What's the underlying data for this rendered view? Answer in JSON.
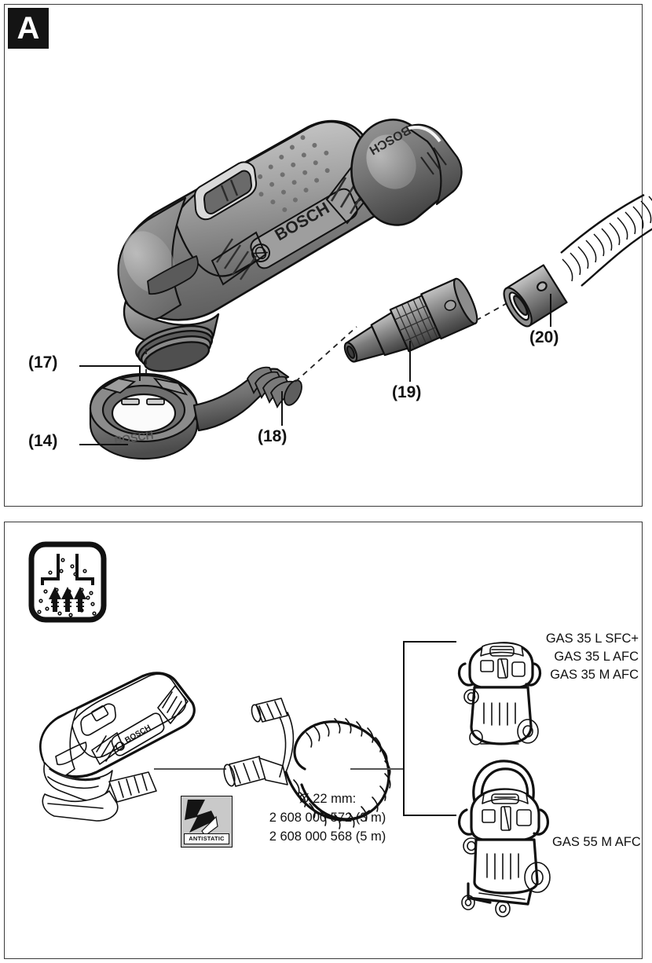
{
  "figure": {
    "panels": [
      {
        "id": "panel-a",
        "tag": "A",
        "description": "Exploded view of cordless multi-tool with dust extraction adapter assembly",
        "callouts": [
          {
            "id": "17",
            "label": "(17)"
          },
          {
            "id": "14",
            "label": "(14)"
          },
          {
            "id": "18",
            "label": "(18)"
          },
          {
            "id": "19",
            "label": "(19)"
          },
          {
            "id": "20",
            "label": "(20)"
          }
        ],
        "brand_marks": [
          "BOSCH",
          "BOSCH",
          "BOSCH"
        ]
      },
      {
        "id": "panel-b",
        "tag": "",
        "description": "Dust extraction system overview: tool, antistatic hose and compatible vacuum cleaners",
        "pictogram": "dust-extraction-icon",
        "hose": {
          "diameter": "Ø 22 mm:",
          "orders": [
            "2 608 000 572 (3 m)",
            "2 608 000 568 (5 m)"
          ],
          "badge": "ANTISTATIC"
        },
        "vacuums_top": [
          "GAS 35 L SFC+",
          "GAS 35 L AFC",
          "GAS 35 M AFC"
        ],
        "vacuum_bottom": "GAS 55 M AFC"
      }
    ]
  },
  "colors": {
    "frame": "#3a3a3a",
    "tag_bg": "#141414",
    "tag_fg": "#ffffff",
    "ink": "#111111",
    "badge_bg": "#c9c9c9"
  }
}
